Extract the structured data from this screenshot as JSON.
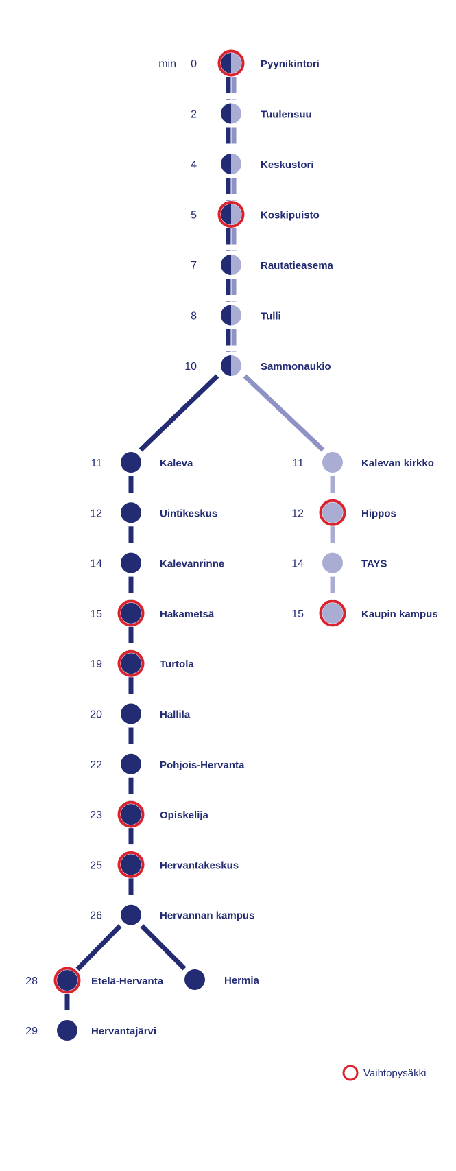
{
  "colors": {
    "dark": "#232b73",
    "light": "#a9acd3",
    "branch_light": "#8e92c4",
    "transfer": "#d9232e",
    "text": "#232b73"
  },
  "min_label": "min",
  "trunk": [
    {
      "time": "0",
      "name": "Pyynikintori",
      "transfer": true
    },
    {
      "time": "2",
      "name": "Tuulensuu",
      "transfer": false
    },
    {
      "time": "4",
      "name": "Keskustori",
      "transfer": false
    },
    {
      "time": "5",
      "name": "Koskipuisto",
      "transfer": true
    },
    {
      "time": "7",
      "name": "Rautatieasema",
      "transfer": false
    },
    {
      "time": "8",
      "name": "Tulli",
      "transfer": false
    },
    {
      "time": "10",
      "name": "Sammonaukio",
      "transfer": false
    }
  ],
  "branch_main": [
    {
      "time": "11",
      "name": "Kaleva",
      "transfer": false
    },
    {
      "time": "12",
      "name": "Uintikeskus",
      "transfer": false
    },
    {
      "time": "14",
      "name": "Kalevanrinne",
      "transfer": false
    },
    {
      "time": "15",
      "name": "Hakametsä",
      "transfer": true
    },
    {
      "time": "19",
      "name": "Turtola",
      "transfer": true
    },
    {
      "time": "20",
      "name": "Hallila",
      "transfer": false
    },
    {
      "time": "22",
      "name": "Pohjois-Hervanta",
      "transfer": false
    },
    {
      "time": "23",
      "name": "Opiskelija",
      "transfer": true
    },
    {
      "time": "25",
      "name": "Hervantakeskus",
      "transfer": true
    },
    {
      "time": "26",
      "name": "Hervannan kampus",
      "transfer": false
    }
  ],
  "branch_light": [
    {
      "time": "11",
      "name": "Kalevan kirkko",
      "transfer": false
    },
    {
      "time": "12",
      "name": "Hippos",
      "transfer": true
    },
    {
      "time": "14",
      "name": "TAYS",
      "transfer": false
    },
    {
      "time": "15",
      "name": "Kaupin kampus",
      "transfer": true
    }
  ],
  "south": [
    {
      "time": "28",
      "name": "Etelä-Hervanta",
      "transfer": true
    },
    {
      "time": "29",
      "name": "Hervantajärvi",
      "transfer": false
    }
  ],
  "hermia": {
    "time": "",
    "name": "Hermia",
    "transfer": false
  },
  "legend": {
    "label": "Vaihtopysäkki"
  }
}
